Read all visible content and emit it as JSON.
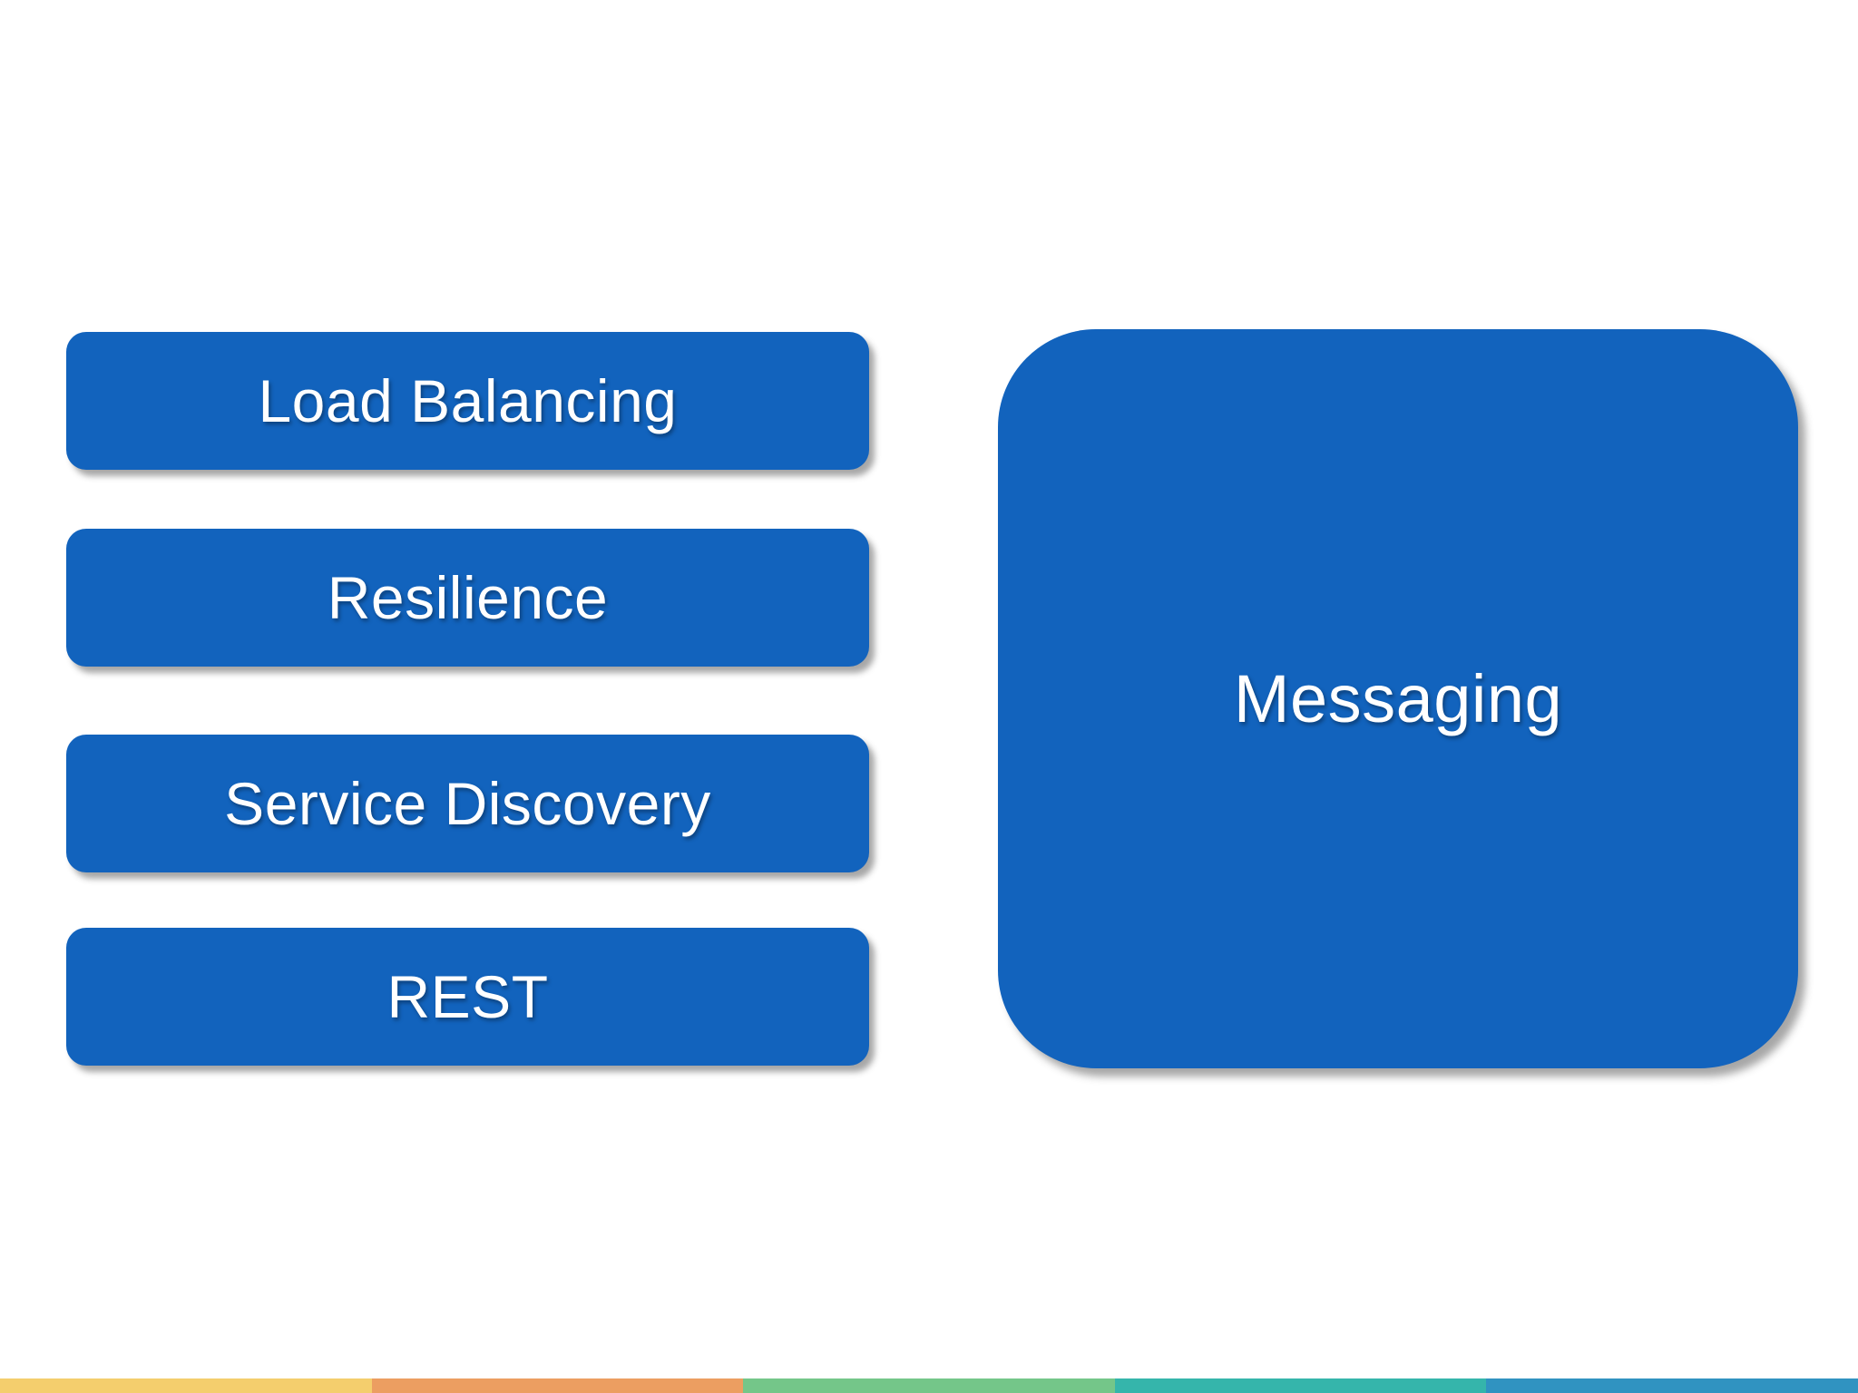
{
  "slide": {
    "background": "#ffffff",
    "box_color": "#1263bd",
    "label_color": "#ffffff",
    "left_boxes": [
      {
        "label": "Load Balancing"
      },
      {
        "label": "Resilience"
      },
      {
        "label": "Service Discovery"
      },
      {
        "label": "REST"
      }
    ],
    "right_box": {
      "label": "Messaging"
    },
    "footer_stripe": {
      "segments": [
        {
          "name": "yellow",
          "color": "#f4ce6d"
        },
        {
          "name": "orange",
          "color": "#ec9e61"
        },
        {
          "name": "green",
          "color": "#74c689"
        },
        {
          "name": "teal",
          "color": "#35b5ab"
        },
        {
          "name": "blue",
          "color": "#3093c1"
        }
      ]
    }
  }
}
